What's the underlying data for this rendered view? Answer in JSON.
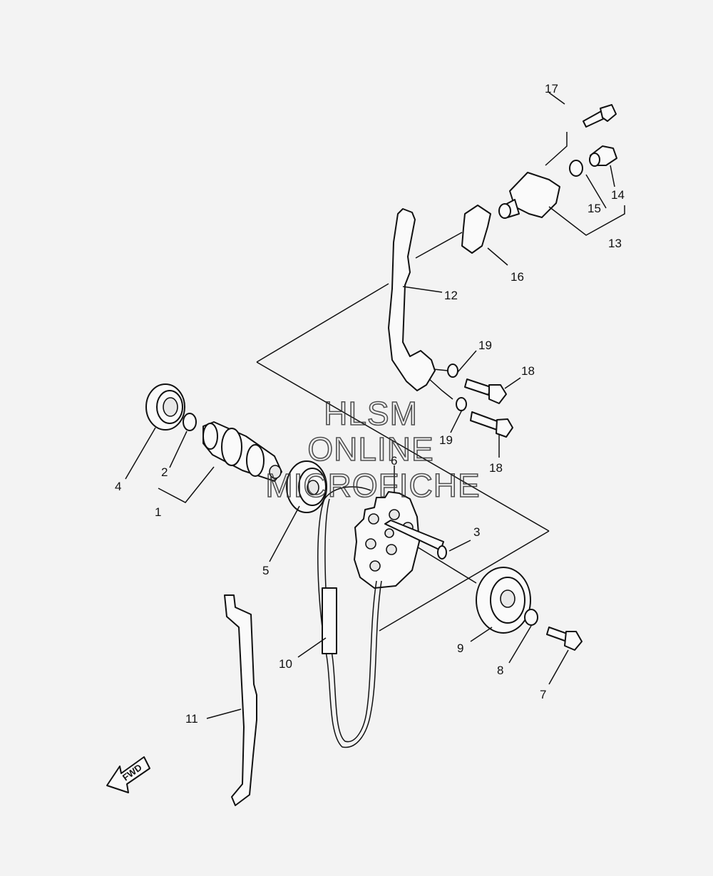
{
  "watermark": {
    "line1": "HLSM",
    "line2": "ONLINE",
    "line3": "MICROFICHE"
  },
  "direction_arrow": {
    "text": "FWD",
    "icon": "fwd-arrow-icon"
  },
  "callouts": [
    {
      "id": "1",
      "text": "1"
    },
    {
      "id": "2",
      "text": "2"
    },
    {
      "id": "3",
      "text": "3"
    },
    {
      "id": "4",
      "text": "4"
    },
    {
      "id": "5",
      "text": "5"
    },
    {
      "id": "6",
      "text": "6"
    },
    {
      "id": "7",
      "text": "7"
    },
    {
      "id": "8",
      "text": "8"
    },
    {
      "id": "9",
      "text": "9"
    },
    {
      "id": "10",
      "text": "10"
    },
    {
      "id": "11",
      "text": "11"
    },
    {
      "id": "12",
      "text": "12"
    },
    {
      "id": "13",
      "text": "13"
    },
    {
      "id": "14",
      "text": "14"
    },
    {
      "id": "15",
      "text": "15"
    },
    {
      "id": "16",
      "text": "16"
    },
    {
      "id": "17",
      "text": "17"
    },
    {
      "id": "18a",
      "text": "18"
    },
    {
      "id": "18b",
      "text": "18"
    },
    {
      "id": "19a",
      "text": "19"
    },
    {
      "id": "19b",
      "text": "19"
    }
  ]
}
